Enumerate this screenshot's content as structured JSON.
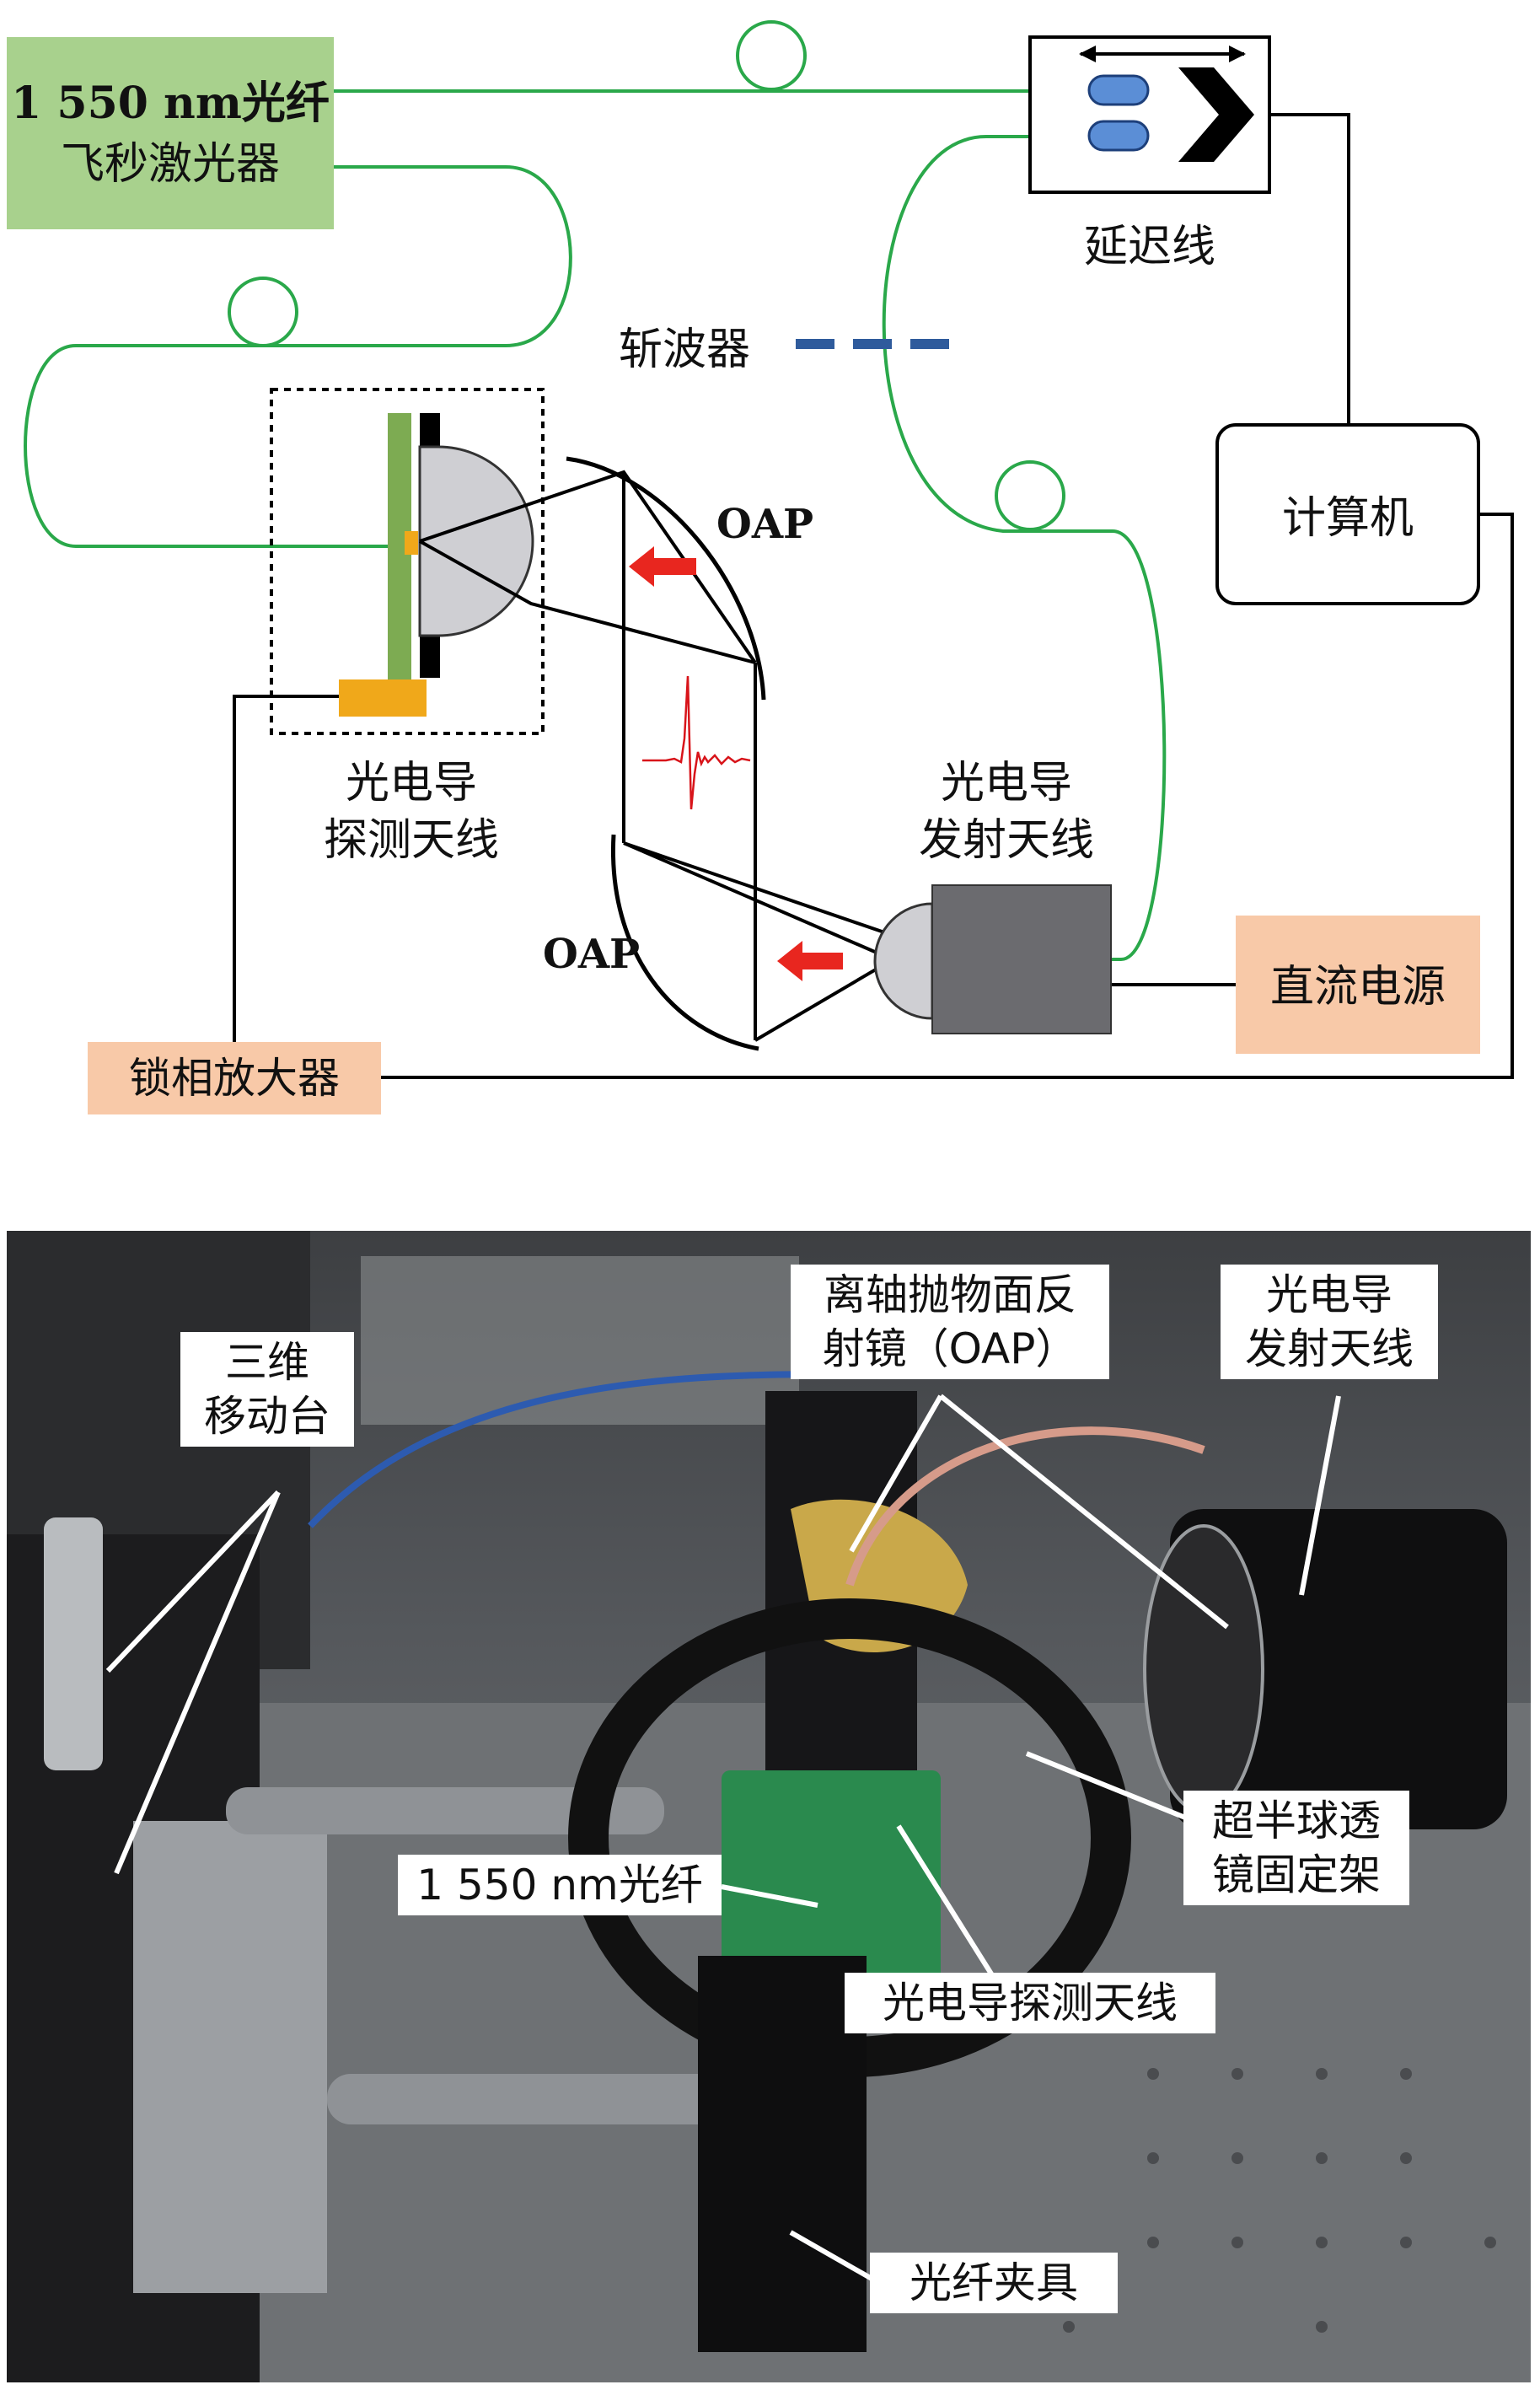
{
  "diagram": {
    "laser_box": {
      "line1": "1 550 nm光纤",
      "line2": "飞秒激光器",
      "fill": "#a8d18d"
    },
    "delay_line": "延迟线",
    "chopper": "斩波器",
    "computer": "计算机",
    "oap_top": "OAP",
    "oap_bottom": "OAP",
    "detector": {
      "line1": "光电导",
      "line2": "探测天线"
    },
    "emitter": {
      "line1": "光电导",
      "line2": "发射天线"
    },
    "dc_power": "直流电源",
    "lockin": "锁相放大器",
    "colors": {
      "fiber": "#2aa84a",
      "arrow": "#e8261f",
      "chopper": "#2f5b9c",
      "peach": "#f8c9a8",
      "emitter_body": "#6b6b6f",
      "pulse": "#d8141a",
      "pad": "#f0a81a",
      "substrate": "#7dab52"
    }
  },
  "photo": {
    "callouts": {
      "stage3d": "三维\n移动台",
      "oap": "离轴抛物面反\n射镜（OAP）",
      "emitter": "光电导\n发射天线",
      "fiber": "1 550 nm光纤",
      "lens_mount": "超半球透\n镜固定架",
      "detector": "光电导探测天线",
      "clamp": "光纤夹具"
    }
  }
}
